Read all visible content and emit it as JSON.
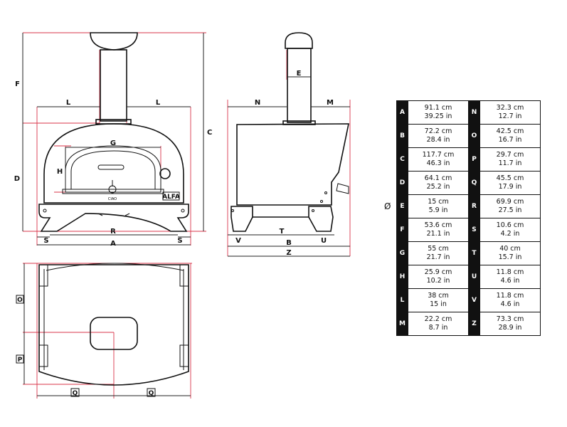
{
  "front_view": {
    "labels": {
      "F": "F",
      "C": "C",
      "L_left": "L",
      "L_right": "L",
      "G": "G",
      "H": "H",
      "D": "D",
      "R": "R",
      "S_left": "S",
      "A": "A",
      "S_right": "S"
    },
    "badge": "ALFA",
    "door_mark": "CIAO"
  },
  "side_view": {
    "labels": {
      "E": "E",
      "N": "N",
      "M": "M",
      "T": "T",
      "V": "V",
      "B": "B",
      "U": "U",
      "Z": "Z"
    }
  },
  "top_view": {
    "labels": {
      "O": "O",
      "P": "P",
      "Q_left": "Q",
      "Q_right": "Q"
    }
  },
  "diameter_symbol": "Ø",
  "legend": [
    {
      "left": {
        "key": "A",
        "cm": "91.1 cm",
        "in": "39.25 in"
      },
      "right": {
        "key": "N",
        "cm": "32.3 cm",
        "in": "12.7 in"
      }
    },
    {
      "left": {
        "key": "B",
        "cm": "72.2 cm",
        "in": "28.4 in"
      },
      "right": {
        "key": "O",
        "cm": "42.5 cm",
        "in": "16.7 in"
      }
    },
    {
      "left": {
        "key": "C",
        "cm": "117.7 cm",
        "in": "46.3 in"
      },
      "right": {
        "key": "P",
        "cm": "29.7 cm",
        "in": "11.7 in"
      }
    },
    {
      "left": {
        "key": "D",
        "cm": "64.1 cm",
        "in": "25.2 in"
      },
      "right": {
        "key": "Q",
        "cm": "45.5 cm",
        "in": "17.9 in"
      }
    },
    {
      "left": {
        "key": "E",
        "cm": "15 cm",
        "in": "5.9 in"
      },
      "right": {
        "key": "R",
        "cm": "69.9 cm",
        "in": "27.5 in"
      }
    },
    {
      "left": {
        "key": "F",
        "cm": "53.6 cm",
        "in": "21.1 in"
      },
      "right": {
        "key": "S",
        "cm": "10.6 cm",
        "in": "4.2 in"
      }
    },
    {
      "left": {
        "key": "G",
        "cm": "55 cm",
        "in": "21.7 in"
      },
      "right": {
        "key": "T",
        "cm": "40 cm",
        "in": "15.7 in"
      }
    },
    {
      "left": {
        "key": "H",
        "cm": "25.9 cm",
        "in": "10.2 in"
      },
      "right": {
        "key": "U",
        "cm": "11.8 cm",
        "in": "4.6 in"
      }
    },
    {
      "left": {
        "key": "L",
        "cm": "38 cm",
        "in": "15 in"
      },
      "right": {
        "key": "V",
        "cm": "11.8 cm",
        "in": "4.6 in"
      }
    },
    {
      "left": {
        "key": "M",
        "cm": "22.2 cm",
        "in": "8.7 in"
      },
      "right": {
        "key": "Z",
        "cm": "73.3 cm",
        "in": "28.9 in"
      }
    }
  ]
}
